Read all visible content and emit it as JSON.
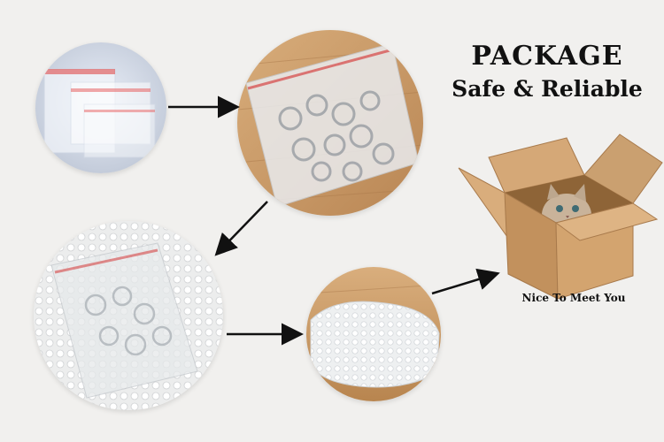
{
  "heading": {
    "title": "PACKAGE",
    "subtitle": "Safe & Reliable"
  },
  "caption": "Nice To Meet You",
  "colors": {
    "background": "#f1f0ee",
    "arrow": "#111111",
    "wood": "#c79a68",
    "cardboard": "#c89b68",
    "text": "#111111"
  },
  "steps": [
    {
      "name": "ziplock-bags",
      "icon": "plastic-bag-photo"
    },
    {
      "name": "items-in-ziplock-bag",
      "icon": "filled-bag-photo"
    },
    {
      "name": "bubble-wrap-bag",
      "icon": "bubble-wrap-photo"
    },
    {
      "name": "wrapped-package",
      "icon": "wrapped-parcel-photo"
    },
    {
      "name": "shipping-box",
      "icon": "cardboard-box-with-cat"
    }
  ]
}
